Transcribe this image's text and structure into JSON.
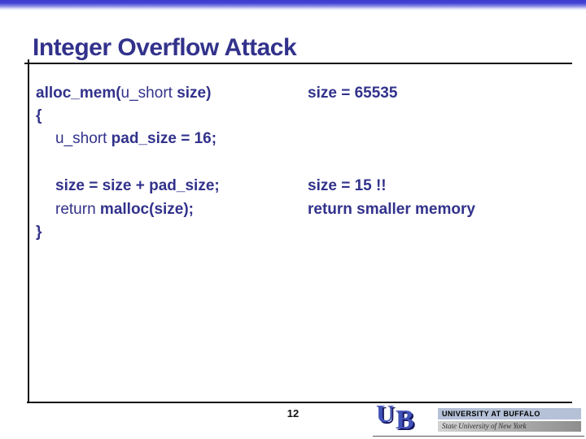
{
  "slide": {
    "title": "Integer Overflow Attack",
    "page_number": "12"
  },
  "code": {
    "left": [
      [
        "alloc_mem(",
        "u_short ",
        "size)"
      ],
      [
        "{"
      ],
      [
        "u_short ",
        "pad_size = 16;"
      ],
      [
        "size = size + pad_size;"
      ],
      [
        "return ",
        "malloc(size);"
      ],
      [
        "}"
      ]
    ],
    "right": [
      "size = 65535",
      "size = 15 !!",
      "return smaller memory"
    ]
  },
  "logo": {
    "letter_u": "U",
    "letter_b": "B",
    "line1": "UNIVERSITY AT BUFFALO",
    "line2": "State University of New York"
  },
  "colors": {
    "navy": "#32328c",
    "topbar-blue": "#3a3ad2",
    "logo-blue": "#4153b8",
    "logo-shadow": "#14145f",
    "bar1-bg": "#b5c1d7",
    "rule": "#111111"
  }
}
